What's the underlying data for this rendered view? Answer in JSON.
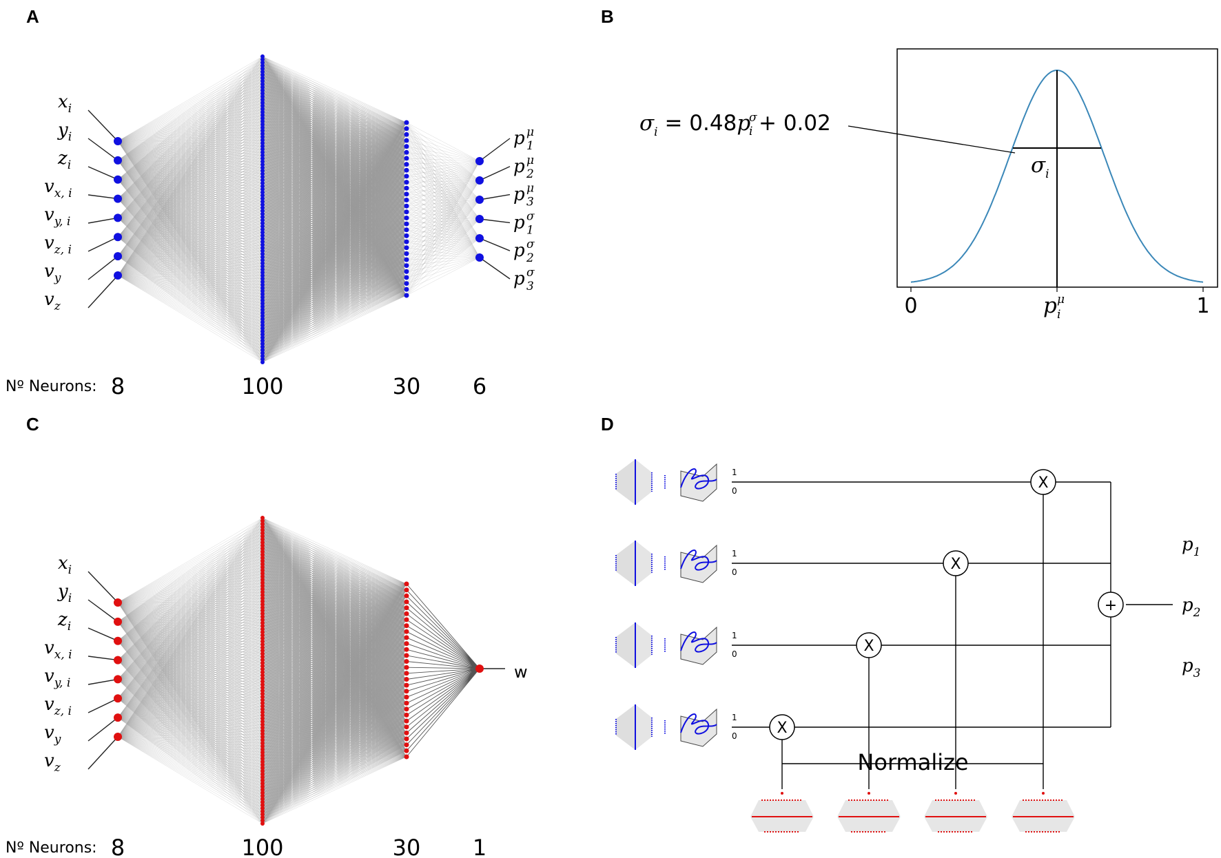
{
  "panels": {
    "a": "A",
    "b": "B",
    "c": "C",
    "d": "D"
  },
  "neuron_counts": {
    "label": "Nº Neurons:",
    "a": [
      "8",
      "100",
      "30",
      "6"
    ],
    "c": [
      "8",
      "100",
      "30",
      "1"
    ]
  },
  "inputs": [
    {
      "base": "x",
      "sub": "i"
    },
    {
      "base": "y",
      "sub": "i"
    },
    {
      "base": "z",
      "sub": "i"
    },
    {
      "base": "v",
      "sub": "x, i"
    },
    {
      "base": "v",
      "sub": "y, i"
    },
    {
      "base": "v",
      "sub": "z, i"
    },
    {
      "base": "v",
      "sub": "y"
    },
    {
      "base": "v",
      "sub": "z"
    }
  ],
  "outputs_a": [
    {
      "base": "p",
      "sup": "μ",
      "sub": "1"
    },
    {
      "base": "p",
      "sup": "μ",
      "sub": "2"
    },
    {
      "base": "p",
      "sup": "μ",
      "sub": "3"
    },
    {
      "base": "p",
      "sup": "σ",
      "sub": "1"
    },
    {
      "base": "p",
      "sup": "σ",
      "sub": "2"
    },
    {
      "base": "p",
      "sup": "σ",
      "sub": "3"
    }
  ],
  "output_c": "w",
  "layer_sizes": [
    8,
    100,
    30
  ],
  "colors": {
    "net_a": "#1010e0",
    "net_c": "#e01010",
    "gaussian": "#3a87b8",
    "edge": "#9a9a9a"
  },
  "gaussian_panel": {
    "formula_lhs": "σ",
    "formula_lhs_sub": "i",
    "formula_mid": " = 0.48",
    "formula_p": "p",
    "formula_p_sup": "σ",
    "formula_p_sub": "i",
    "formula_rhs": " + 0.02",
    "sigma_label": "σ",
    "sigma_sub": "i",
    "x_ticks": [
      "0",
      "1"
    ],
    "mu_label": "p",
    "mu_sup": "μ",
    "mu_sub": "i"
  },
  "mixture_panel": {
    "multiply": "X",
    "add": "+",
    "scale_top": "1",
    "scale_bottom": "0",
    "normalize": "Normalize",
    "outputs": [
      {
        "base": "p",
        "sub": "1"
      },
      {
        "base": "p",
        "sub": "2"
      },
      {
        "base": "p",
        "sub": "3"
      }
    ]
  }
}
